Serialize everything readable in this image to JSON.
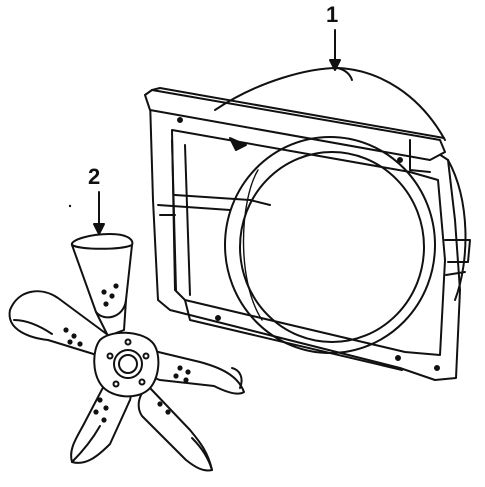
{
  "diagram": {
    "callouts": [
      {
        "id": "1",
        "text": "1",
        "part": "fan-shroud"
      },
      {
        "id": "2",
        "text": "2",
        "part": "fan-blade-assembly"
      }
    ],
    "colors": {
      "ink": "#111111",
      "background": "#ffffff"
    }
  }
}
